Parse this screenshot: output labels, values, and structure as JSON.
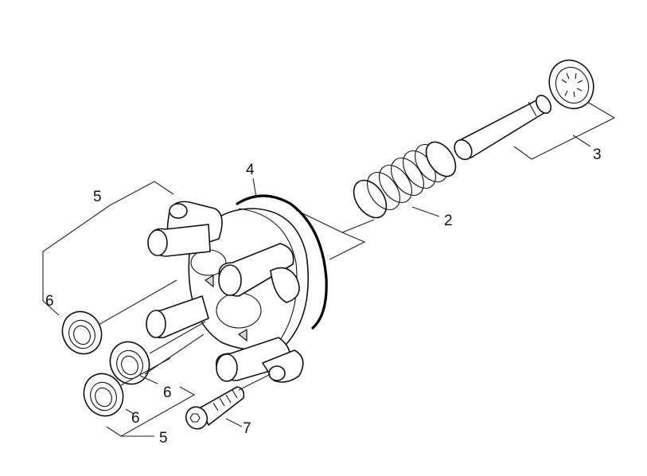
{
  "callouts": {
    "c1": "2",
    "c2": "3",
    "c3": "4",
    "c4": "5",
    "c5": "5",
    "c6": "6",
    "c7": "6",
    "c8": "6",
    "c9": "7"
  }
}
